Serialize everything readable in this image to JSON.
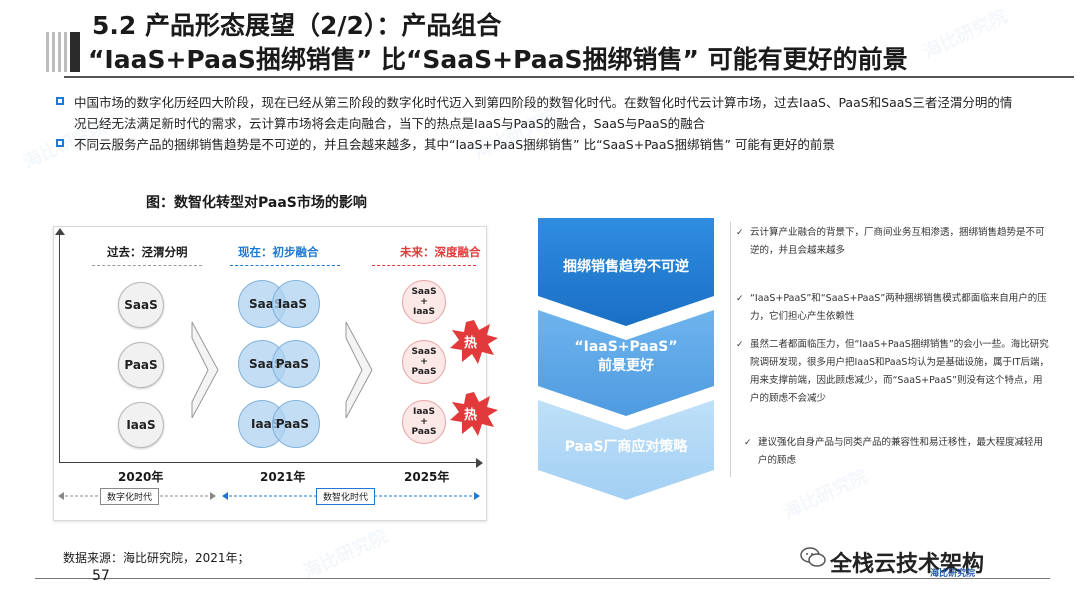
{
  "header": {
    "title_line1": "5.2 产品形态展望（2/2）：产品组合",
    "title_line2": "“IaaS+PaaS捆绑销售” 比“SaaS+PaaS捆绑销售” 可能有更好的前景"
  },
  "bullets": [
    "中国市场的数字化历经四大阶段，现在已经从第三阶段的数字化时代迈入到第四阶段的数智化时代。在数智化时代云计算市场，过去IaaS、PaaS和SaaS三者泾渭分明的情况已经无法满足新时代的需求，云计算市场将会走向融合，当下的热点是IaaS与PaaS的融合，SaaS与PaaS的融合",
    "不同云服务产品的捆绑销售趋势是不可逆的，并且会越来越多，其中“IaaS+PaaS捆绑销售” 比“SaaS+PaaS捆绑销售” 可能有更好的前景"
  ],
  "figure": {
    "caption": "图：数智化转型对PaaS市场的影响",
    "col_past": "过去：泾渭分明",
    "col_now": "现在：初步融合",
    "col_future": "未来：深度融合",
    "past_circles": [
      "SaaS",
      "PaaS",
      "IaaS"
    ],
    "now_pairs": [
      [
        "SaaS",
        "IaaS"
      ],
      [
        "SaaS",
        "PaaS"
      ],
      [
        "IaaS",
        "PaaS"
      ]
    ],
    "future": [
      [
        "SaaS",
        "+",
        "IaaS"
      ],
      [
        "SaaS",
        "+",
        "PaaS"
      ],
      [
        "IaaS",
        "+",
        "PaaS"
      ]
    ],
    "hot": "热",
    "years": [
      "2020年",
      "2021年",
      "2025年"
    ],
    "era_digital": "数字化时代",
    "era_intel": "数智化时代"
  },
  "stack": {
    "s1": "捆绑销售趋势不可逆",
    "s2a": "“IaaS+PaaS”",
    "s2b": "前景更好",
    "s3": "PaaS厂商应对策略"
  },
  "notes": {
    "n1": "云计算产业融合的背景下，厂商间业务互相渗透，捆绑销售趋势是不可逆的，并且会越来越多",
    "n2": "“IaaS+PaaS”和“SaaS+PaaS”两种捆绑销售模式都面临来自用户的压力，它们担心产生依赖性",
    "n3": "虽然二者都面临压力，但“IaaS+PaaS捆绑销售”的会小一些。海比研究院调研发现，很多用户把IaaS和PaaS均认为是基础设施，属于IT后端，用来支撑前端，因此顾虑减少，而“SaaS+PaaS”则没有这个特点，用户的顾虑不会减少",
    "n4": "建议强化自身产品与同类产品的兼容性和易迁移性，最大程度减轻用户的顾虑",
    "check": "✓"
  },
  "footer": {
    "source": "数据来源：海比研究院，2021年；",
    "page": "57",
    "brand": "全栈云技术架构",
    "badge": "海比研究院"
  },
  "watermark": "海比研究院",
  "colors": {
    "blue_dark": "#1f78d1",
    "blue_mid": "#5aa4e6",
    "blue_light": "#a9d3f5",
    "hot_red": "#e23a3a"
  }
}
